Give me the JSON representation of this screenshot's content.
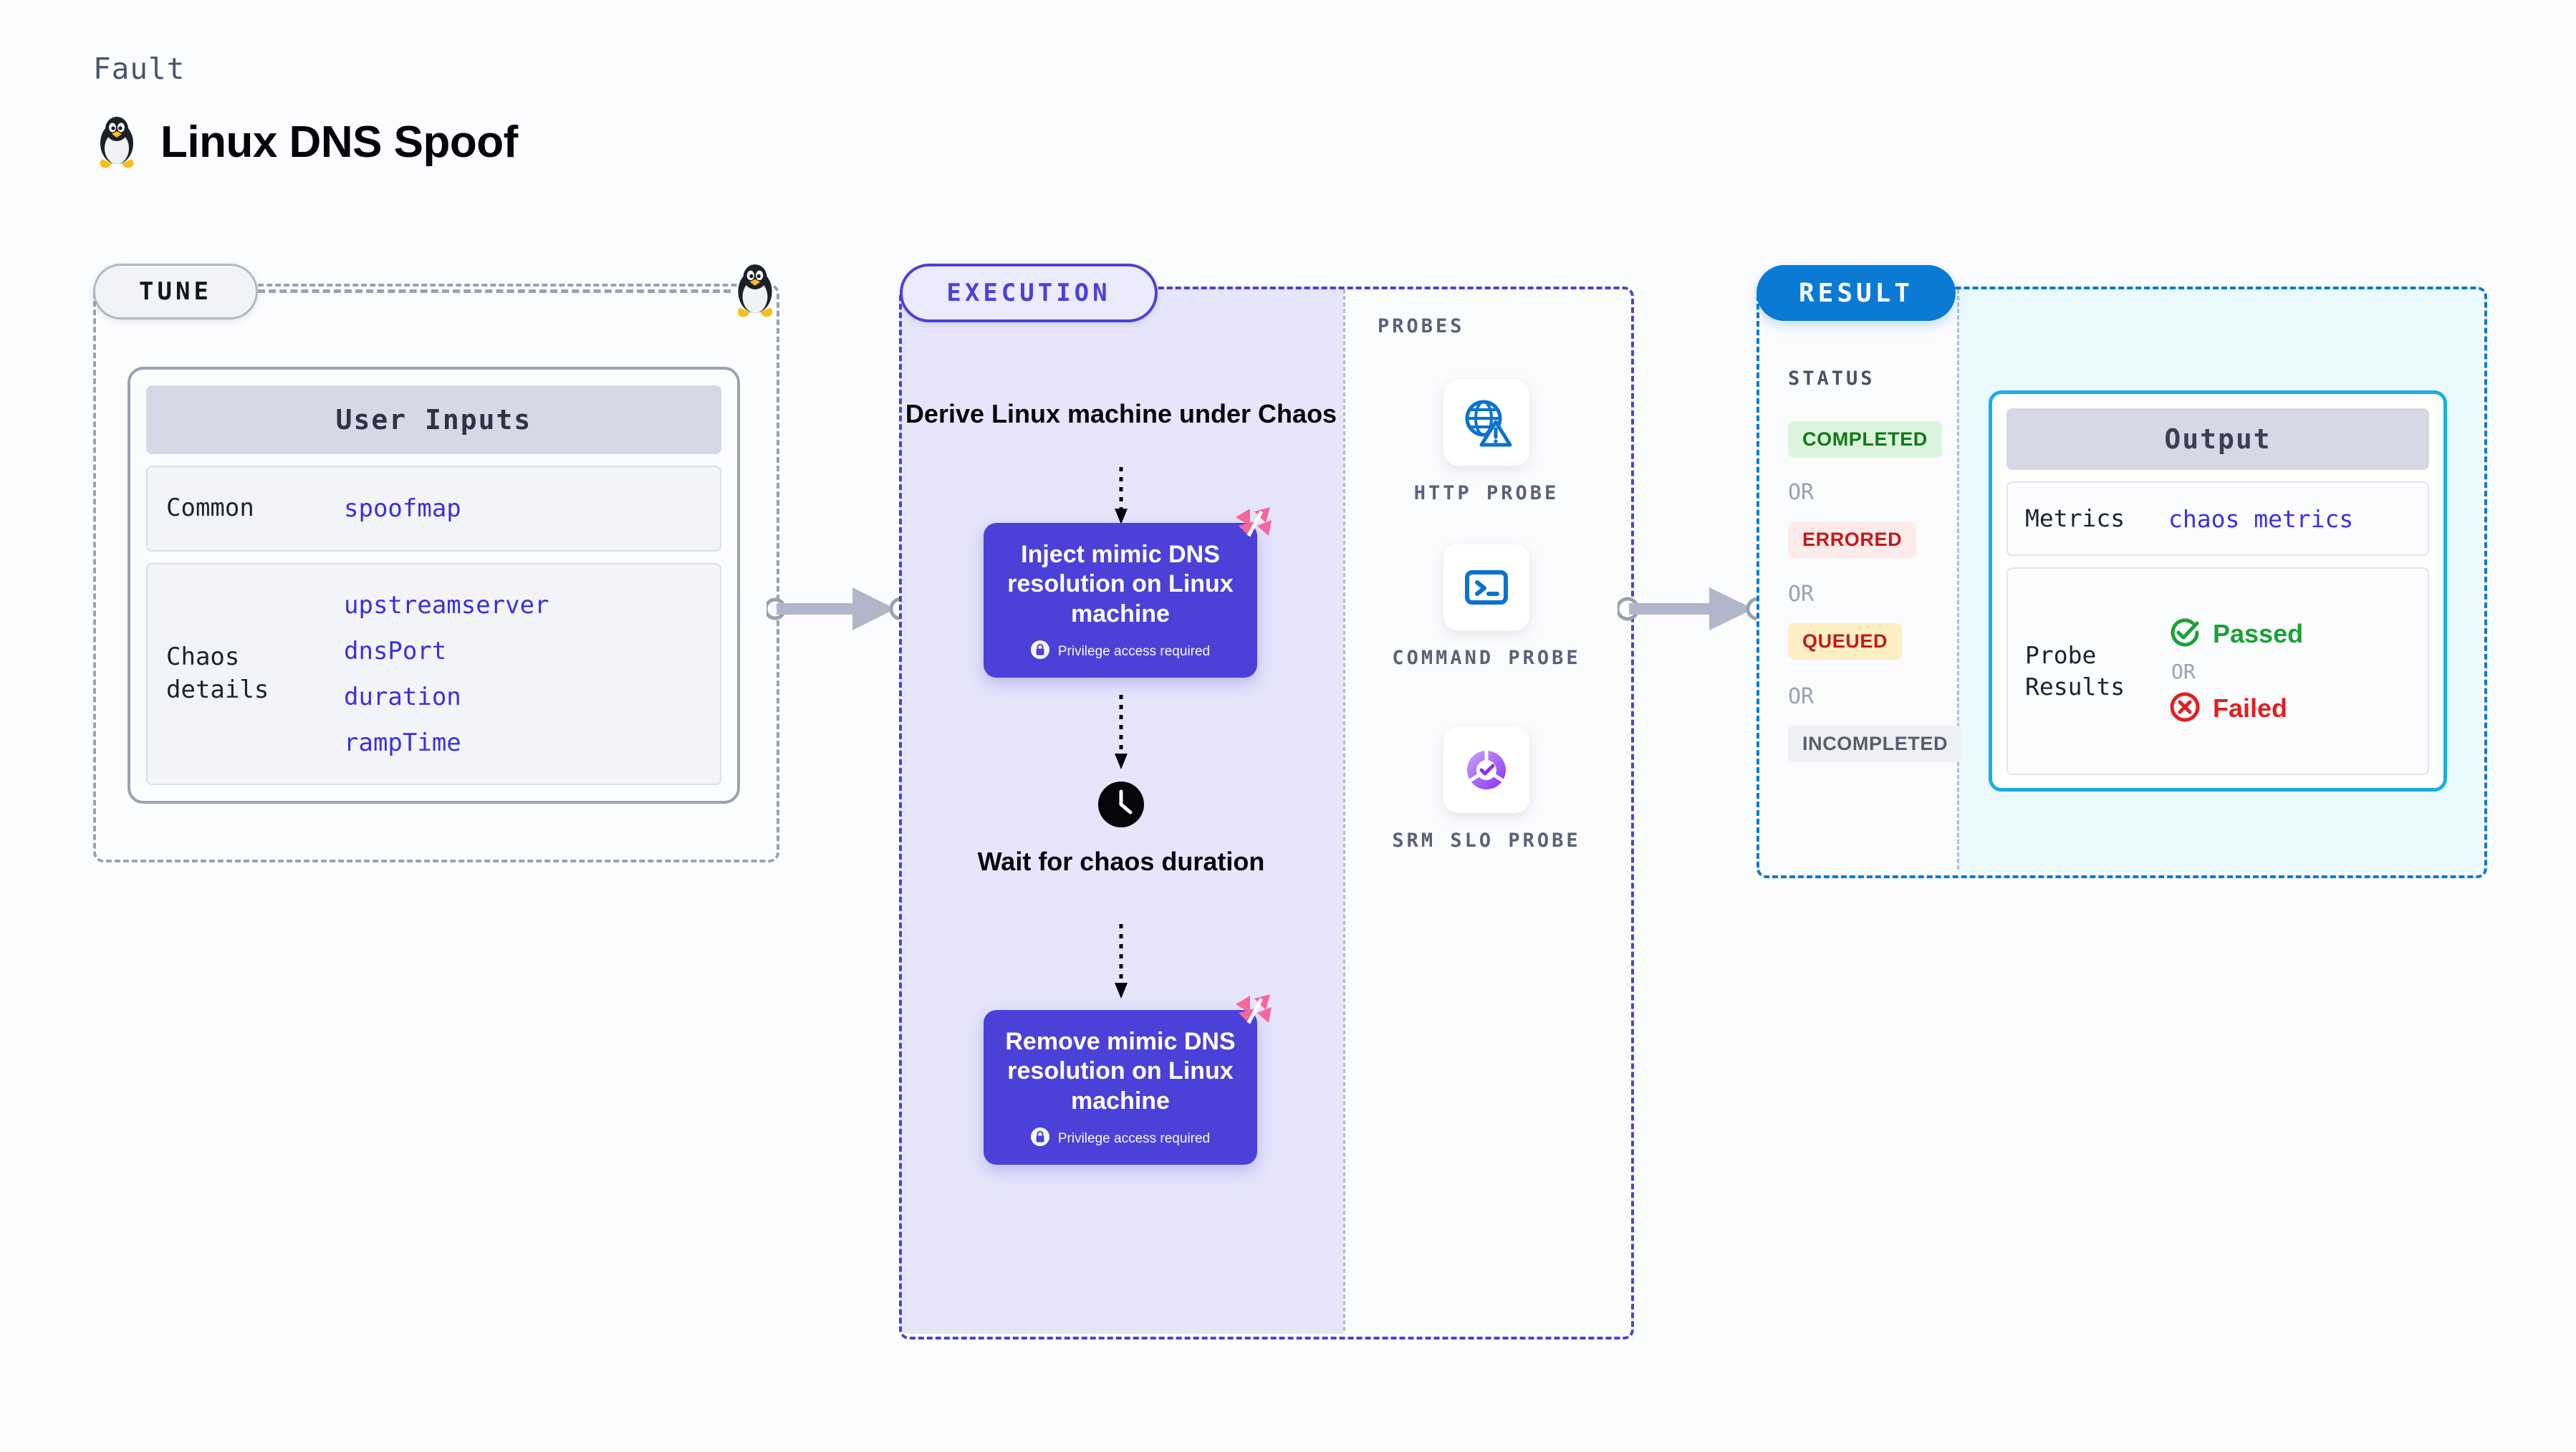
{
  "header": {
    "kicker": "Fault",
    "title": "Linux DNS Spoof",
    "icon": "linux-penguin-icon"
  },
  "tune": {
    "pill_label": "TUNE",
    "card_title": "User Inputs",
    "rows": [
      {
        "label": "Common",
        "values": [
          "spoofmap"
        ]
      },
      {
        "label": "Chaos details",
        "values": [
          "upstreamserver",
          "dnsPort",
          "duration",
          "rampTime"
        ]
      }
    ]
  },
  "execution": {
    "pill_label": "EXECUTION",
    "derive_step": "Derive Linux machine under Chaos",
    "inject_step": {
      "title": "Inject mimic DNS resolution on Linux machine",
      "privilege_note": "Privilege access required"
    },
    "wait_step": "Wait for chaos duration",
    "remove_step": {
      "title": "Remove mimic DNS resolution on Linux machine",
      "privilege_note": "Privilege access required"
    }
  },
  "probes": {
    "label": "PROBES",
    "items": [
      {
        "caption": "HTTP PROBE",
        "icon": "globe-warning-icon"
      },
      {
        "caption": "COMMAND PROBE",
        "icon": "terminal-prompt-icon"
      },
      {
        "caption": "SRM SLO PROBE",
        "icon": "slo-check-donut-icon"
      }
    ]
  },
  "result": {
    "pill_label": "RESULT",
    "status_label": "STATUS",
    "or_label": "OR",
    "statuses": [
      {
        "label": "COMPLETED",
        "bg": "#dcf4dd",
        "fg": "#107a17"
      },
      {
        "label": "ERRORED",
        "bg": "#fdeaea",
        "fg": "#c31a1a"
      },
      {
        "label": "QUEUED",
        "bg": "#fdeec4",
        "fg": "#c31a1a"
      },
      {
        "label": "INCOMPLETED",
        "bg": "#eef0f5",
        "fg": "#555d70"
      }
    ],
    "output": {
      "title": "Output",
      "metrics_label": "Metrics",
      "metrics_value": "chaos metrics",
      "probe_results_label": "Probe Results",
      "passed_label": "Passed",
      "failed_label": "Failed",
      "or_label": "OR"
    }
  },
  "colors": {
    "execution_purple": "#4b41d8",
    "result_blue": "#0b7ad4",
    "output_cyan": "#18aee8",
    "harness_pink": "#f4679a",
    "code_blue": "#3b2fe0",
    "muted_gray": "#9aa2b1"
  }
}
